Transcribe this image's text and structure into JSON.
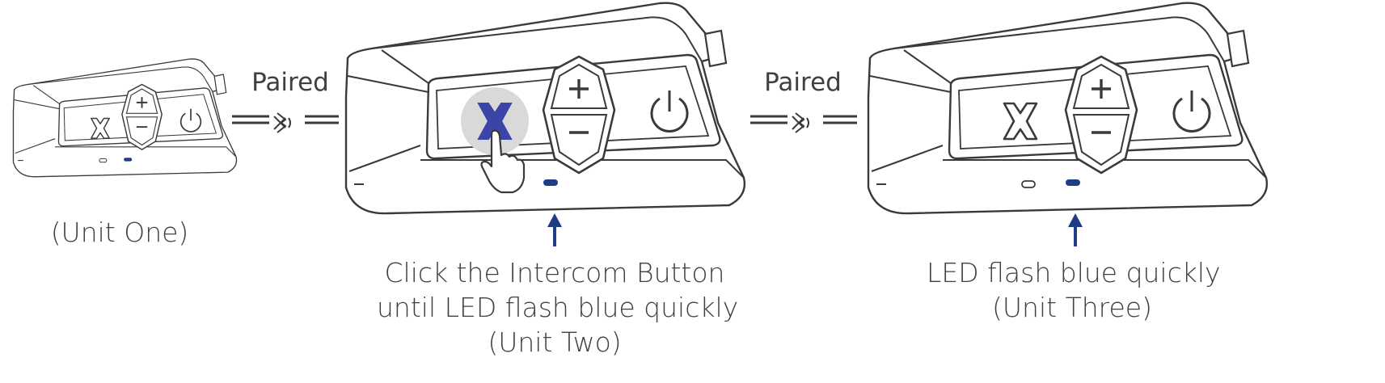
{
  "diagram": {
    "units": [
      {
        "caption": "(Unit One)"
      },
      {
        "caption_lines": [
          "Click the Intercom Button",
          "until LED flash blue quickly",
          "(Unit Two)"
        ]
      },
      {
        "caption_lines": [
          "LED flash blue quickly",
          "(Unit Three)"
        ]
      }
    ],
    "links": [
      {
        "label": "Paired",
        "icon": "bluetooth-icon"
      },
      {
        "label": "Paired",
        "icon": "bluetooth-icon"
      }
    ],
    "buttons": {
      "intercom": "x-intercom-icon",
      "plus": "plus-icon",
      "minus": "minus-icon",
      "power": "power-icon"
    },
    "colors": {
      "outline": "#3a3a3a",
      "led_blue": "#1f3c88",
      "arrow": "#1f3c88",
      "highlight_circle": "#d9d9d9",
      "active_button": "#3b45a8"
    }
  }
}
